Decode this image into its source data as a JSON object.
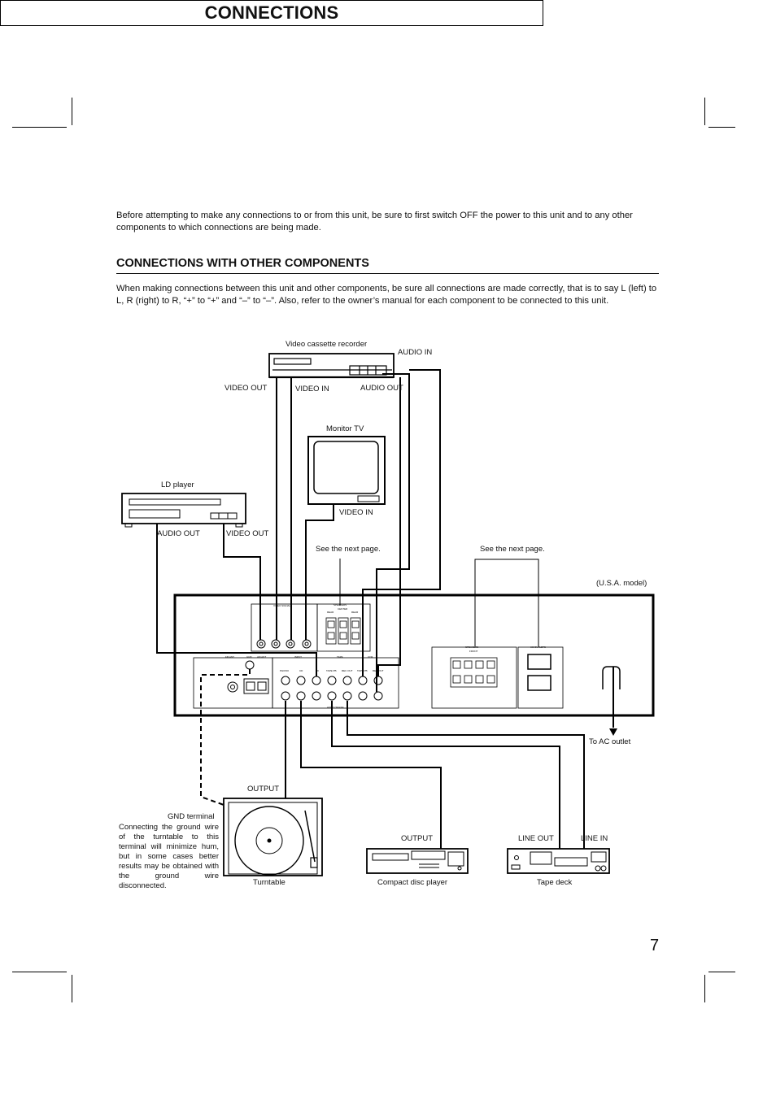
{
  "title": "CONNECTIONS",
  "intro": "Before attempting to make any connections to or from this unit, be sure to first switch OFF the power to this unit and to any other components to which connections are being made.",
  "section_heading": "CONNECTIONS WITH OTHER COMPONENTS",
  "section_text": "When making connections between this unit and other components, be sure all connections are made correctly, that is to say L (left) to L, R (right) to R, “+” to “+” and “–” to “–”.  Also, refer to the owner’s manual for each component to be connected to this unit.",
  "labels": {
    "vcr": "Video cassette recorder",
    "audio_in_vcr": "AUDIO IN",
    "video_out_vcr": "VIDEO OUT",
    "video_in_vcr": "VIDEO IN",
    "audio_out_vcr": "AUDIO OUT",
    "monitor_tv": "Monitor TV",
    "video_in_tv": "VIDEO IN",
    "ld_player": "LD player",
    "audio_out_ld": "AUDIO OUT",
    "video_out_ld": "VIDEO OUT",
    "see_next_1": "See the next page.",
    "see_next_2": "See the next page.",
    "usa_model": "(U.S.A. model)",
    "to_ac_outlet": "To AC outlet",
    "output_turntable": "OUTPUT",
    "gnd_terminal": "GND terminal",
    "gnd_note": "Connecting the ground wire of the turntable to this terminal will minimize hum, but in some cases better results may be obtained with the ground wire disconnected.",
    "turntable": "Turntable",
    "output_cd": "OUTPUT",
    "cd_player": "Compact disc player",
    "line_out": "LINE OUT",
    "line_in": "LINE IN",
    "tape_deck": "Tape deck"
  },
  "panel_labels": {
    "video_signal": "VIDEO SIGNAL",
    "speakers": "SPEAKERS",
    "center": "CENTER",
    "rear": "REAR",
    "fm_ant": "FM ANT",
    "gnd": "GND",
    "am_ant": "AM ANT",
    "input": "INPUT",
    "tape": "TAPE",
    "vcr": "VCR",
    "phono": "PHONO",
    "cd": "CD",
    "ld": "LD",
    "tape_pb": "TAPE PB",
    "rec_out": "REC OUT",
    "audio_signal": "AUDIO SIGNAL",
    "front": "FRONT",
    "ac_outlets": "AC OUTLETS"
  },
  "page_number": "7"
}
